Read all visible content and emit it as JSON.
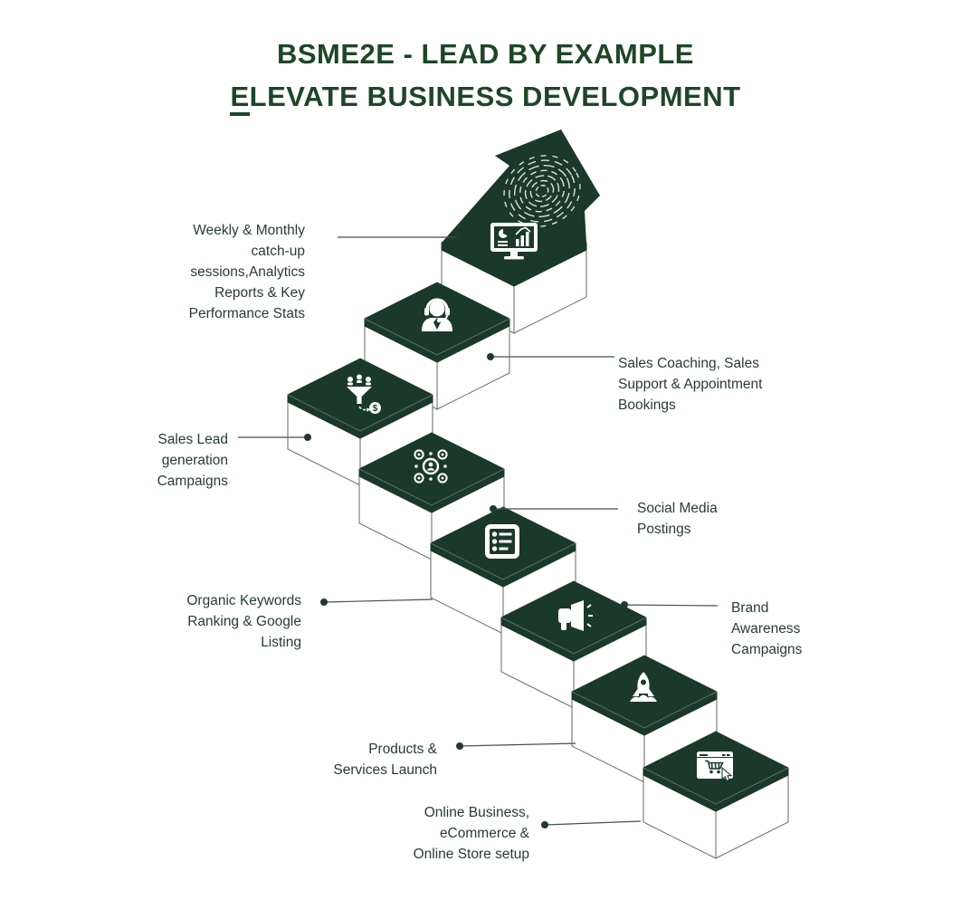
{
  "title": {
    "line1": "BSME2E - LEAD BY EXAMPLE",
    "line2_first": "E",
    "line2_rest": "LEVATE BUSINESS DEVELOPMENT"
  },
  "colors": {
    "dark_green": "#1b392b",
    "title_green": "#1e4626",
    "label_text": "#273d33",
    "connector_line": "#42524a",
    "background": "#ffffff",
    "icon_white": "#ffffff"
  },
  "decorations": {
    "top_arrow": "growth-arrow-up",
    "arrow_texture": "fingerprint"
  },
  "glyphs": {
    "dollar": "$"
  },
  "steps": [
    {
      "id": 1,
      "icon": "analytics-monitor-icon",
      "side": "left",
      "label": "Weekly & Monthly\ncatch-up\nsessions,Analytics\nReports & Key\nPerformance Stats"
    },
    {
      "id": 2,
      "icon": "headset-support-icon",
      "side": "right",
      "label": "Sales Coaching, Sales\nSupport & Appointment\nBookings"
    },
    {
      "id": 3,
      "icon": "sales-funnel-icon",
      "side": "left",
      "label": "Sales Lead\ngeneration\nCampaigns"
    },
    {
      "id": 4,
      "icon": "social-network-icon",
      "side": "right",
      "label": "Social Media\nPostings"
    },
    {
      "id": 5,
      "icon": "checklist-icon",
      "side": "left",
      "label": "Organic Keywords\nRanking & Google\nListing"
    },
    {
      "id": 6,
      "icon": "megaphone-icon",
      "side": "right",
      "label": "Brand\nAwareness\nCampaigns"
    },
    {
      "id": 7,
      "icon": "rocket-launch-icon",
      "side": "left",
      "label": "Products &\nServices Launch"
    },
    {
      "id": 8,
      "icon": "online-store-cart-icon",
      "side": "left",
      "label": "Online Business,\neCommerce &\nOnline Store setup"
    }
  ]
}
